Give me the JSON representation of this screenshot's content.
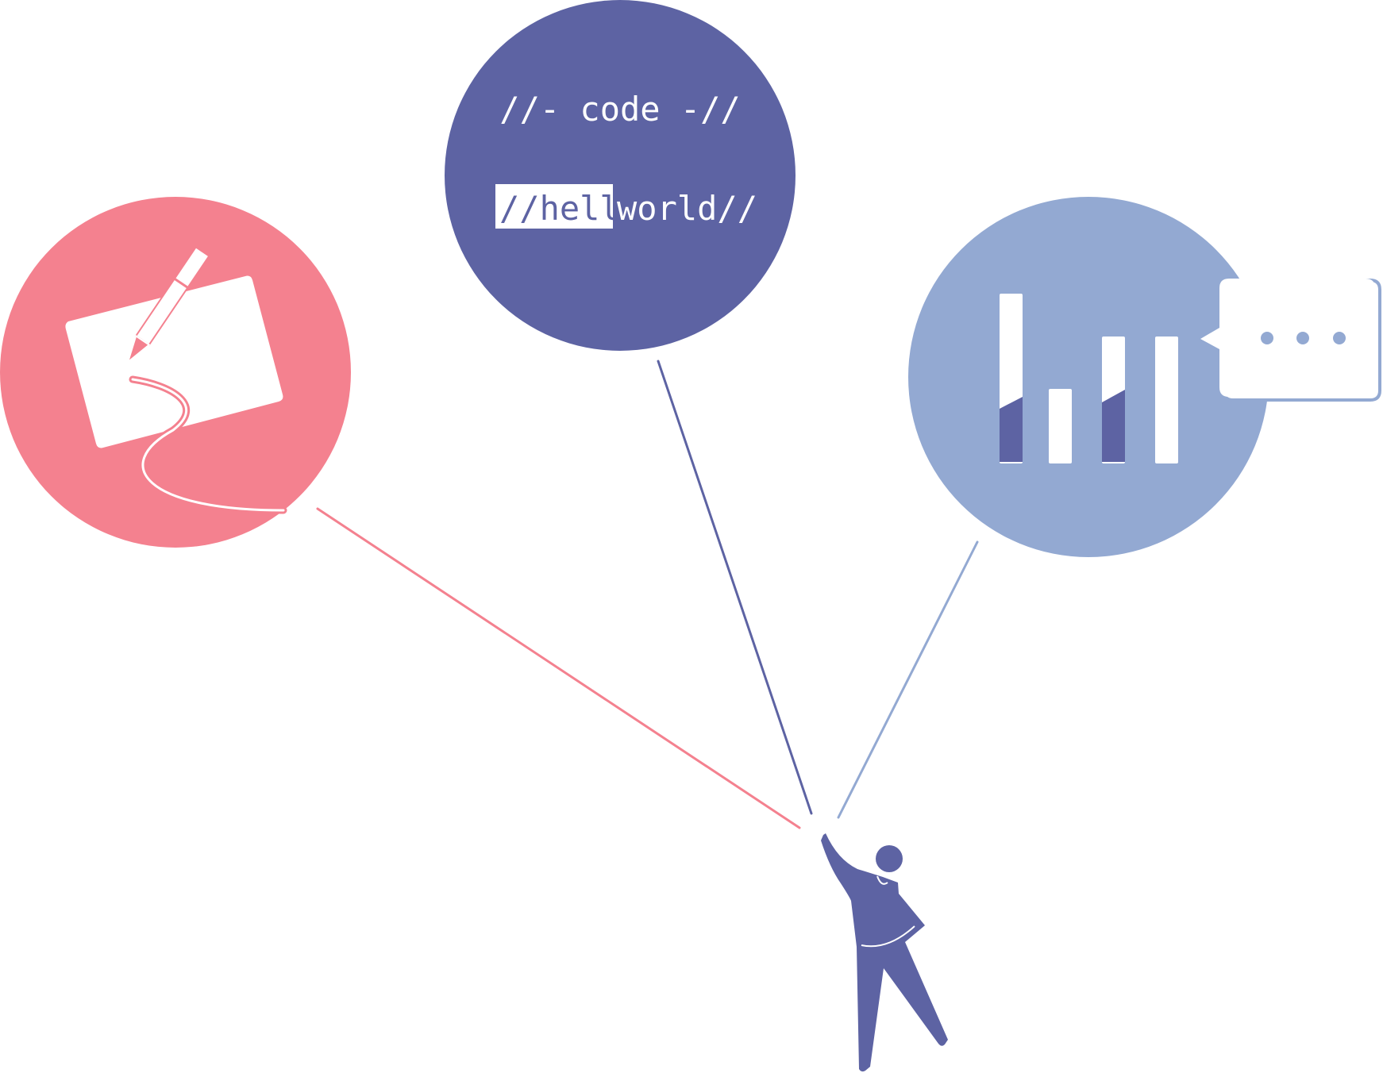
{
  "colors": {
    "pink": "#f4818f",
    "indigo": "#5d63a3",
    "lightblue": "#93a9d2",
    "white": "#ffffff"
  },
  "code_bubble": {
    "line1": "//- code -//",
    "highlight_text": "//hello",
    "rest_text": "world//"
  },
  "icons": {
    "left": "pen-and-card-icon",
    "right": "bar-chart-with-speech-bubble-icon",
    "figure": "person-holding-balloons-icon"
  }
}
